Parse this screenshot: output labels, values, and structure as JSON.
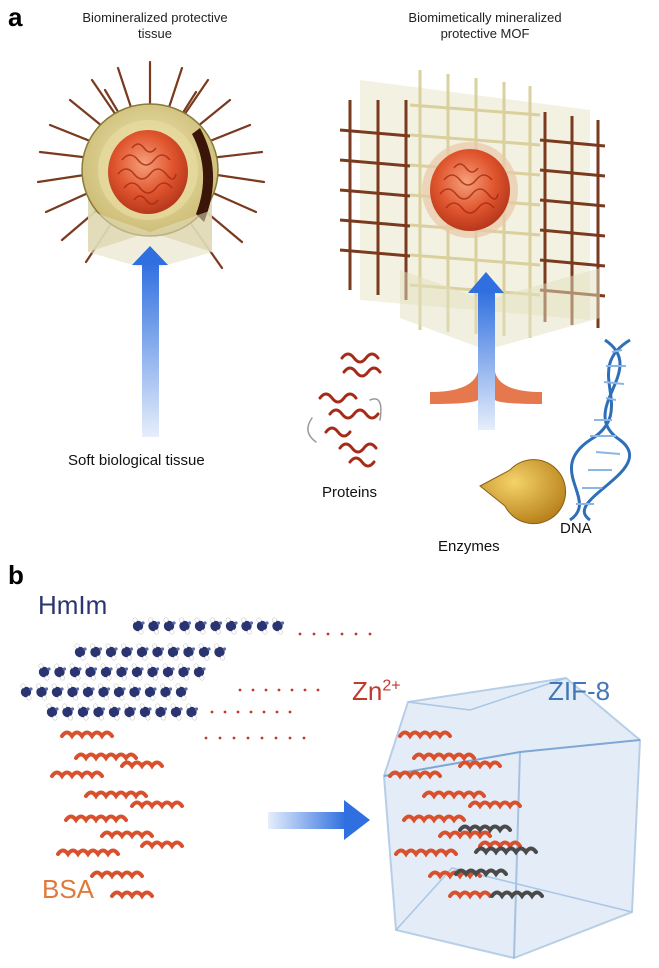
{
  "panel_a": {
    "letter": "a",
    "left_caption_line1": "Biomineralized protective",
    "left_caption_line2": "tissue",
    "right_caption_line1": "Biomimetically mineralized",
    "right_caption_line2": "protective MOF",
    "soft_tissue_label": "Soft biological tissue",
    "proteins_label": "Proteins",
    "enzymes_label": "Enzymes",
    "dna_label": "DNA"
  },
  "panel_b": {
    "letter": "b",
    "hmim_label": "HmIm",
    "zn_label": "Zn",
    "zn_superscript": "2+",
    "zif_label": "ZIF-8",
    "bsa_label": "BSA"
  },
  "colors": {
    "arrow_blue": "#2f6fe0",
    "protein_red": "#d8502c",
    "mof_frame": "#7a3a1e",
    "hmim_navy": "#2a3470",
    "zn_red": "#c0392b",
    "zif_blue": "#3e78b8",
    "bsa_orange": "#e07a3a",
    "enzyme_gold": "#d9a52a"
  }
}
